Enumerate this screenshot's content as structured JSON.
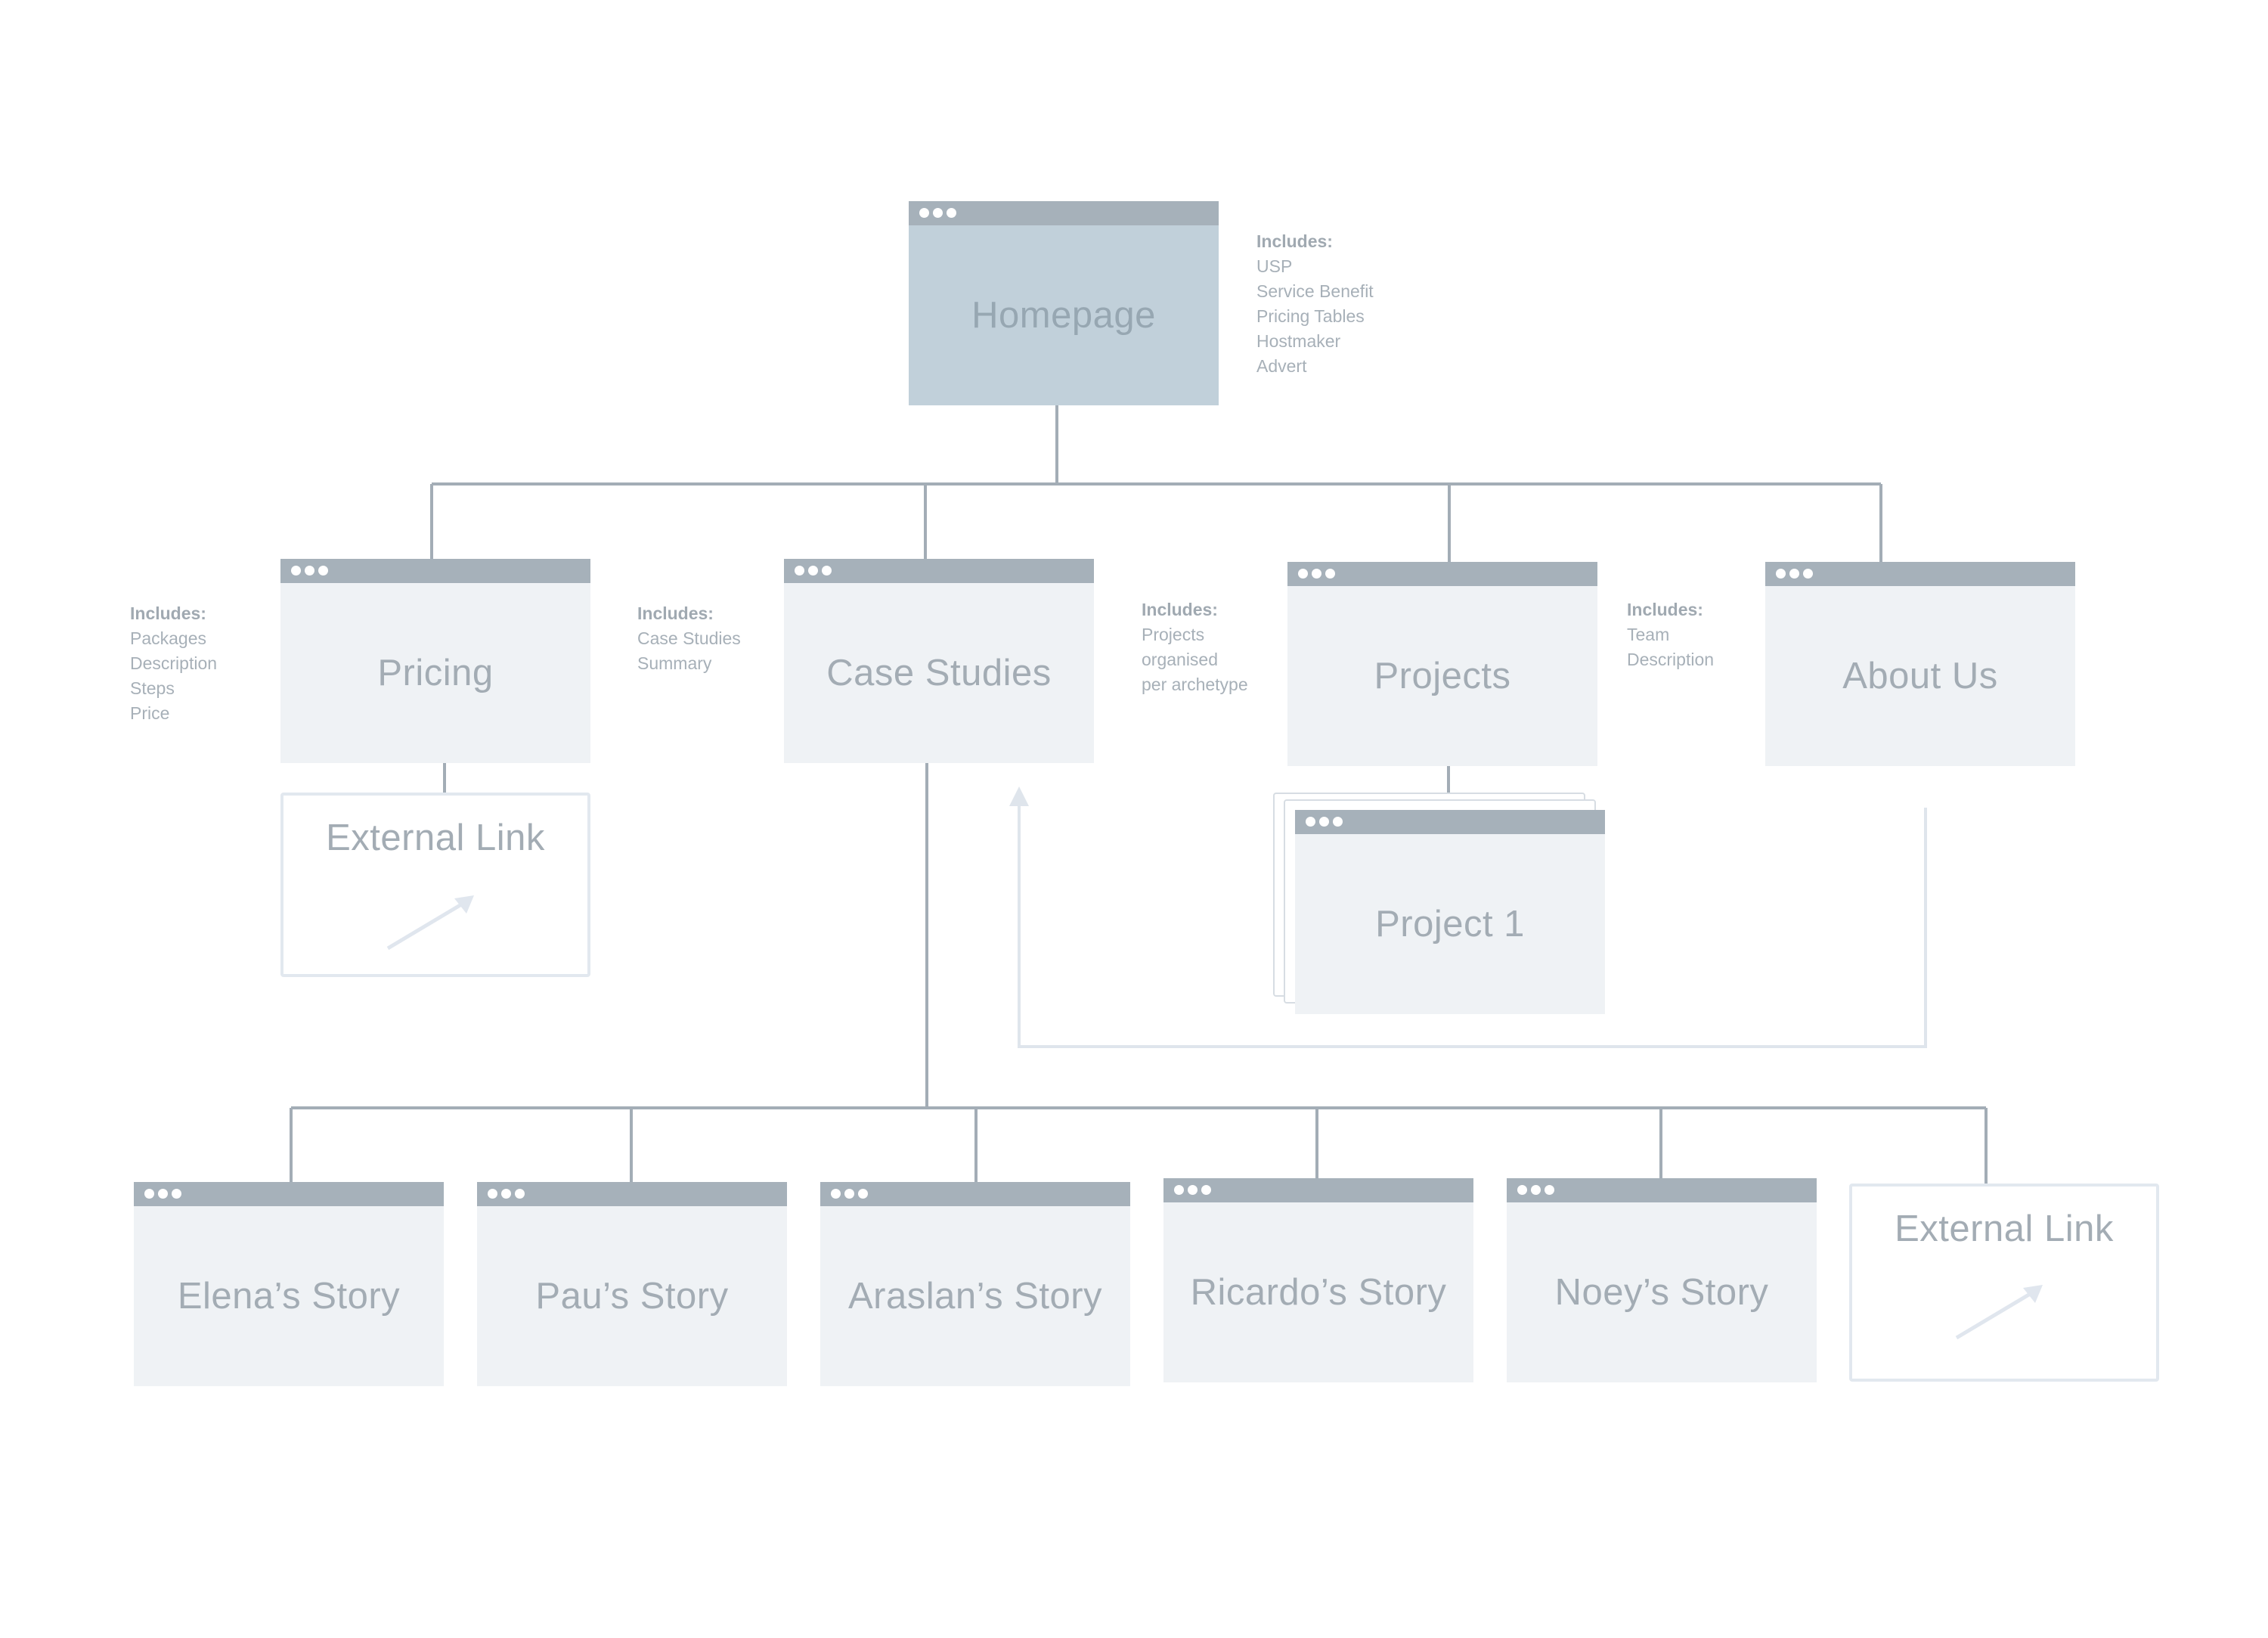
{
  "colors": {
    "connector": "#a3adb6",
    "back_arrow": "#dfe5ec",
    "card_fill": "#eff2f5",
    "card_highlight": "#c1d0da",
    "titlebar": "#a6b1ba",
    "label_text": "#a3acb4"
  },
  "homepage": {
    "label": "Homepage",
    "includes_heading": "Includes:",
    "includes": [
      "USP",
      "Service Benefit",
      "Pricing Tables",
      "Hostmaker",
      "Advert"
    ]
  },
  "pricing": {
    "label": "Pricing",
    "includes_heading": "Includes:",
    "includes": [
      "Packages",
      "Description",
      "Steps",
      "Price"
    ]
  },
  "case_studies": {
    "label": "Case Studies",
    "includes_heading": "Includes:",
    "includes": [
      "Case Studies",
      "Summary"
    ]
  },
  "projects": {
    "label": "Projects",
    "includes_heading": "Includes:",
    "includes": [
      "Projects",
      "organised",
      "per archetype"
    ]
  },
  "about_us": {
    "label": "About Us",
    "includes_heading": "Includes:",
    "includes": [
      "Team",
      "Description"
    ]
  },
  "project_1": {
    "label": "Project 1"
  },
  "external_link_pricing": {
    "label": "External Link",
    "icon": "external-arrow-icon"
  },
  "stories": [
    {
      "label": "Elena’s Story"
    },
    {
      "label": "Pau’s Story"
    },
    {
      "label": "Araslan’s Story"
    },
    {
      "label": "Ricardo’s Story"
    },
    {
      "label": "Noey’s Story"
    }
  ],
  "external_link_stories": {
    "label": "External Link",
    "icon": "external-arrow-icon"
  }
}
